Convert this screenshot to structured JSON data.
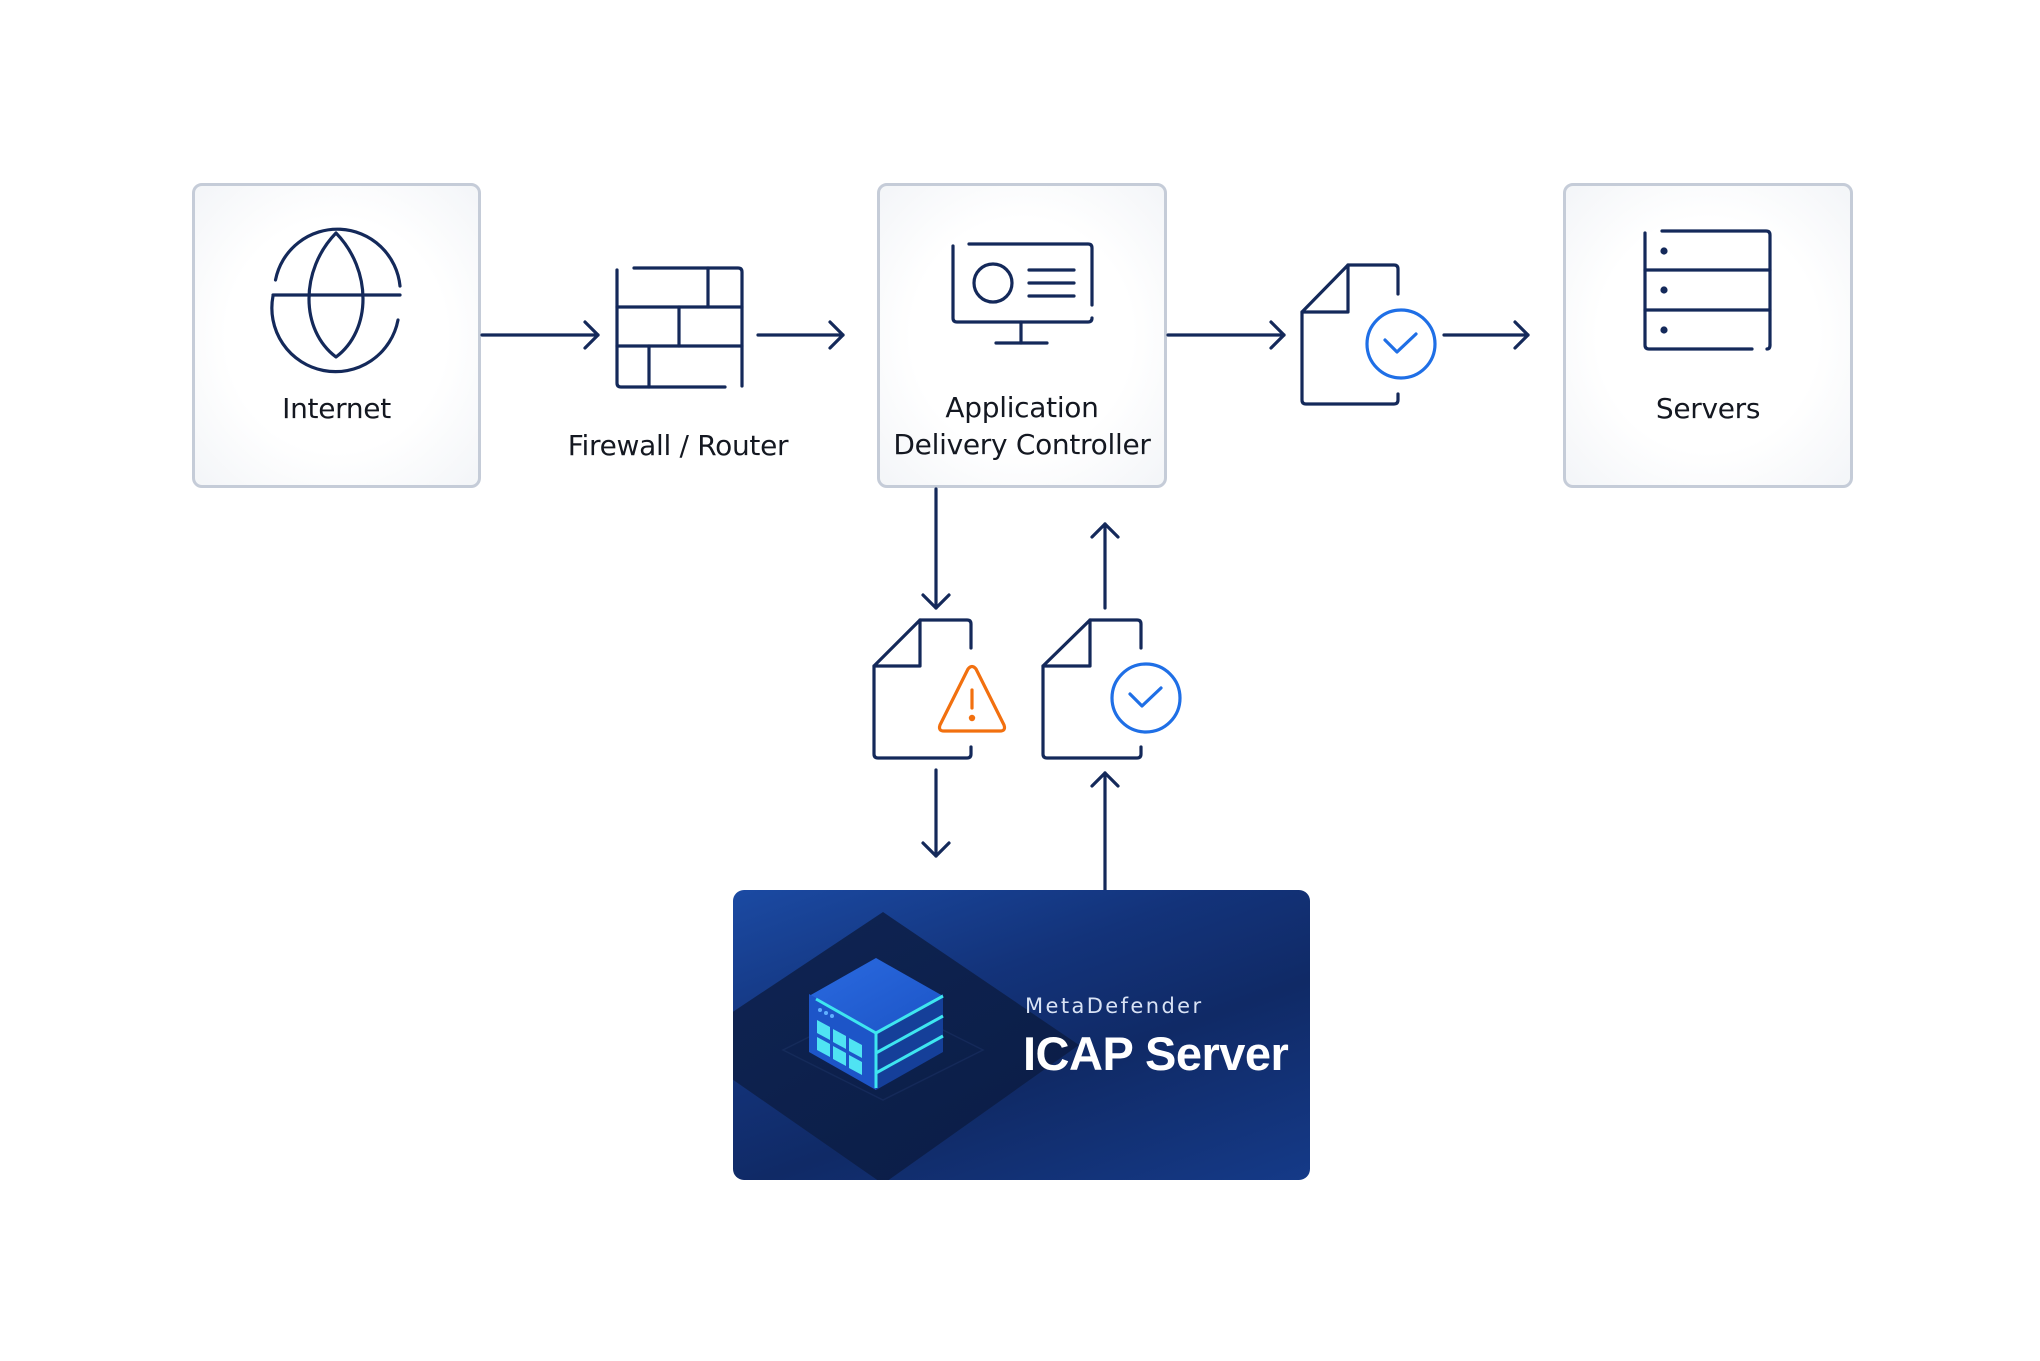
{
  "diagram": {
    "nodes": {
      "internet": {
        "label": "Internet",
        "icon": "globe-icon"
      },
      "firewall": {
        "label": "Firewall / Router",
        "icon": "brick-wall-icon"
      },
      "adc": {
        "label_line1": "Application",
        "label_line2": "Delivery Controller",
        "icon": "monitor-icon"
      },
      "servers": {
        "label": "Servers",
        "icon": "server-rack-icon"
      },
      "icap": {
        "subtitle": "MetaDefender",
        "title": "ICAP Server",
        "icon": "server-cube-icon"
      }
    },
    "flow_files": [
      {
        "id": "clean-file-to-servers",
        "status": "clean",
        "icon": "file-check-icon"
      },
      {
        "id": "suspicious-file-to-icap",
        "status": "warning",
        "icon": "file-warning-icon"
      },
      {
        "id": "clean-file-from-icap",
        "status": "clean",
        "icon": "file-check-icon"
      }
    ],
    "edges": [
      {
        "from": "Internet",
        "to": "Firewall / Router"
      },
      {
        "from": "Firewall / Router",
        "to": "Application Delivery Controller"
      },
      {
        "from": "Application Delivery Controller",
        "to": "clean file"
      },
      {
        "from": "clean file",
        "to": "Servers"
      },
      {
        "from": "Application Delivery Controller",
        "to": "ICAP Server",
        "via": "suspicious file"
      },
      {
        "from": "ICAP Server",
        "to": "Application Delivery Controller",
        "via": "clean file"
      }
    ],
    "colors": {
      "line": "#14295a",
      "clean": "#1f6fe6",
      "warning": "#f2700f",
      "box_border": "#c5ccd8",
      "icap_bg": "#13337a",
      "icap_accent": "#3ee6f0"
    }
  }
}
